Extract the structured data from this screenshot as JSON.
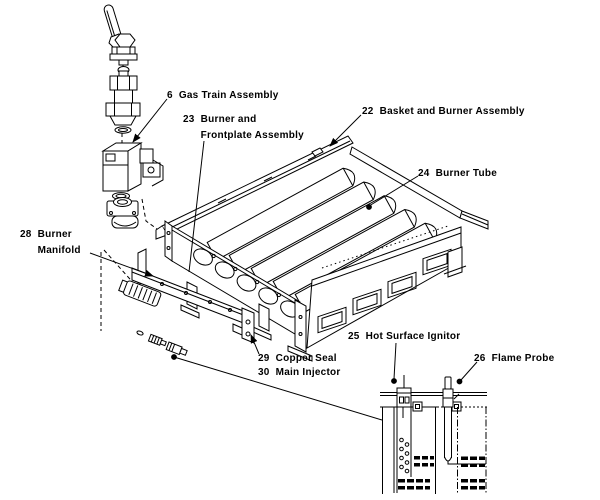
{
  "figure": {
    "type": "exploded-parts-diagram",
    "background_color": "#ffffff",
    "line_color": "#000000",
    "text_color": "#000000"
  },
  "callouts": [
    {
      "id": "gas-train-assembly",
      "number": "6",
      "lines": [
        "Gas Train Assembly"
      ]
    },
    {
      "id": "burner-and-frontplate",
      "number": "23",
      "lines": [
        "Burner and",
        "Frontplate Assembly"
      ]
    },
    {
      "id": "basket-and-burner-assembly",
      "number": "22",
      "lines": [
        "Basket and Burner Assembly"
      ]
    },
    {
      "id": "burner-tube",
      "number": "24",
      "lines": [
        "Burner Tube"
      ]
    },
    {
      "id": "burner-manifold",
      "number": "28",
      "lines": [
        "Burner",
        "Manifold"
      ]
    },
    {
      "id": "hot-surface-ignitor",
      "number": "25",
      "lines": [
        "Hot Surface Ignitor"
      ]
    },
    {
      "id": "flame-probe",
      "number": "26",
      "lines": [
        "Flame Probe"
      ]
    },
    {
      "id": "copper-seal",
      "number": "29",
      "lines": [
        "Copper Seal"
      ]
    },
    {
      "id": "main-injector",
      "number": "30",
      "lines": [
        "Main Injector"
      ]
    }
  ]
}
